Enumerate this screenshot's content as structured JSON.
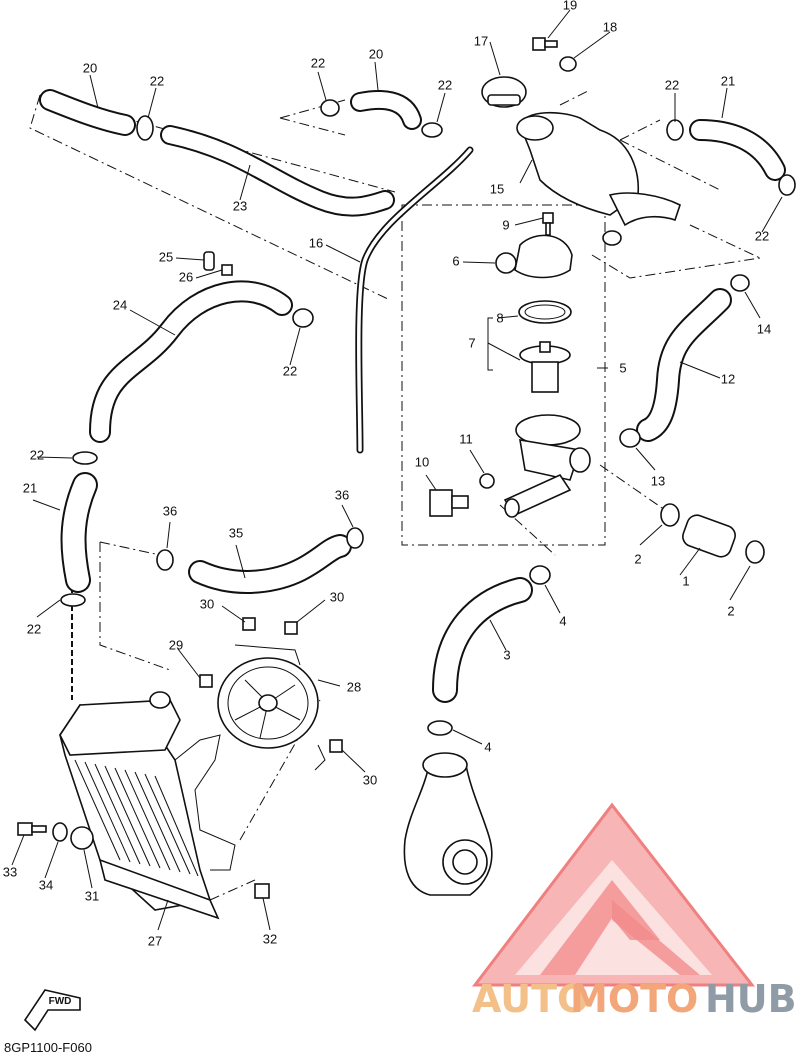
{
  "diagram_code": "8GP1100-F060",
  "fwd_label": "FWD",
  "watermark": {
    "part1": "AUTO",
    "part2": "MOTO",
    "part3": "HUB",
    "color_auto": "#F4C08A",
    "color_moto": "#F2A67A",
    "color_hub": "#8F9BA6",
    "logo_color": "#F08080"
  },
  "callouts": [
    {
      "id": "c1",
      "text": "1"
    },
    {
      "id": "c2a",
      "text": "2"
    },
    {
      "id": "c2b",
      "text": "2"
    },
    {
      "id": "c3",
      "text": "3"
    },
    {
      "id": "c4a",
      "text": "4"
    },
    {
      "id": "c4b",
      "text": "4"
    },
    {
      "id": "c5",
      "text": "5"
    },
    {
      "id": "c6",
      "text": "6"
    },
    {
      "id": "c7",
      "text": "7"
    },
    {
      "id": "c8",
      "text": "8"
    },
    {
      "id": "c9",
      "text": "9"
    },
    {
      "id": "c10",
      "text": "10"
    },
    {
      "id": "c11",
      "text": "11"
    },
    {
      "id": "c12",
      "text": "12"
    },
    {
      "id": "c13",
      "text": "13"
    },
    {
      "id": "c14",
      "text": "14"
    },
    {
      "id": "c15",
      "text": "15"
    },
    {
      "id": "c16",
      "text": "16"
    },
    {
      "id": "c17",
      "text": "17"
    },
    {
      "id": "c18",
      "text": "18"
    },
    {
      "id": "c19",
      "text": "19"
    },
    {
      "id": "c20a",
      "text": "20"
    },
    {
      "id": "c20b",
      "text": "20"
    },
    {
      "id": "c21a",
      "text": "21"
    },
    {
      "id": "c21b",
      "text": "21"
    },
    {
      "id": "c22a",
      "text": "22"
    },
    {
      "id": "c22b",
      "text": "22"
    },
    {
      "id": "c22c",
      "text": "22"
    },
    {
      "id": "c22d",
      "text": "22"
    },
    {
      "id": "c22e",
      "text": "22"
    },
    {
      "id": "c22f",
      "text": "22"
    },
    {
      "id": "c22g",
      "text": "22"
    },
    {
      "id": "c22h",
      "text": "22"
    },
    {
      "id": "c23",
      "text": "23"
    },
    {
      "id": "c24",
      "text": "24"
    },
    {
      "id": "c25",
      "text": "25"
    },
    {
      "id": "c26",
      "text": "26"
    },
    {
      "id": "c27",
      "text": "27"
    },
    {
      "id": "c28",
      "text": "28"
    },
    {
      "id": "c29",
      "text": "29"
    },
    {
      "id": "c30a",
      "text": "30"
    },
    {
      "id": "c30b",
      "text": "30"
    },
    {
      "id": "c30c",
      "text": "30"
    },
    {
      "id": "c31",
      "text": "31"
    },
    {
      "id": "c32",
      "text": "32"
    },
    {
      "id": "c33",
      "text": "33"
    },
    {
      "id": "c34",
      "text": "34"
    },
    {
      "id": "c35",
      "text": "35"
    },
    {
      "id": "c36a",
      "text": "36"
    },
    {
      "id": "c36b",
      "text": "36"
    }
  ]
}
